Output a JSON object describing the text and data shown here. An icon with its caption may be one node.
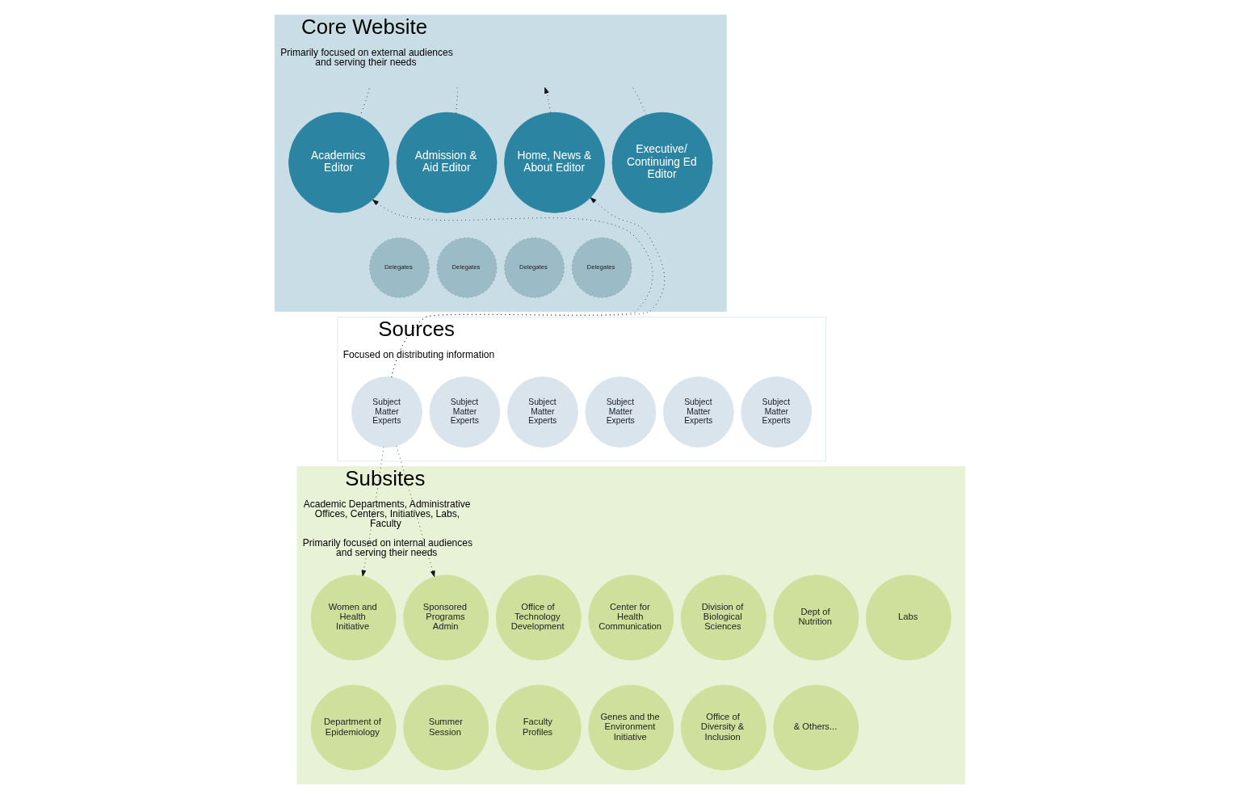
{
  "diagram": {
    "nodes": [
      {
        "text": [
          "Core Website",
          "Primarily focused on external audiences and serving their needs"
        ]
      },
      {
        "text": [
          "Academics Editor"
        ],
        "in": 0
      },
      {
        "text": [
          "Delegates"
        ],
        "in": 0
      },
      {
        "text": [
          "Admission & Aid Editor"
        ],
        "in": 0
      },
      {
        "text": [
          "Delegates"
        ],
        "in": 0
      },
      {
        "text": [
          "Home, News & About Editor"
        ],
        "in": 0
      },
      {
        "text": [
          "Delegates"
        ],
        "in": 0
      },
      {
        "text": [
          "Executive/ Continuing Ed Editor"
        ],
        "in": 0
      },
      {
        "text": [
          "Delegates"
        ],
        "in": 0
      },
      {
        "text": [
          "Sources",
          "Focused on distributing information"
        ]
      },
      {
        "text": [
          "Subject Matter Experts"
        ],
        "in": 9
      },
      {
        "text": [
          "Subject Matter Experts"
        ],
        "in": 9
      },
      {
        "text": [
          "Subject Matter Experts"
        ],
        "in": 9
      },
      {
        "text": [
          "Subject Matter Experts"
        ],
        "in": 9
      },
      {
        "text": [
          "Subject Matter Experts"
        ],
        "in": 9
      },
      {
        "text": [
          "Subject Matter Experts"
        ],
        "in": 9
      },
      {
        "text": [
          "Subsites",
          "Academic Departments, Administrative Offices, Centers, Initiatives, Labs, Faculty",
          "Primarily focused on internal audiences and serving their needs"
        ]
      },
      {
        "text": [
          "Women and Health Initiative"
        ],
        "in": 16
      },
      {
        "text": [
          "Sponsored Programs Admin"
        ],
        "in": 16
      },
      {
        "text": [
          "Office of Technology Development"
        ],
        "in": 16
      },
      {
        "text": [
          "Center for Health Communication"
        ],
        "in": 16
      },
      {
        "text": [
          "Division of Biological Sciences"
        ],
        "in": 16
      },
      {
        "text": [
          "Dept of Nutrition"
        ],
        "in": 16
      },
      {
        "text": [
          "Labs"
        ],
        "in": 16
      },
      {
        "text": [
          "Department of Epidemiology"
        ],
        "in": 16
      },
      {
        "text": [
          "Summer Session"
        ],
        "in": 16
      },
      {
        "text": [
          "Faculty Profiles"
        ],
        "in": 16
      },
      {
        "text": [
          "Genes and the Environment Initiative"
        ],
        "in": 16
      },
      {
        "text": [
          "Office of Diversity & Inclusion"
        ],
        "in": 16
      },
      {
        "text": [
          "& Others..."
        ],
        "in": 16
      }
    ],
    "edges": [
      {
        "from": 1,
        "to": null,
        "arrow": "none"
      },
      {
        "from": 3,
        "to": null,
        "arrow": "none"
      },
      {
        "from": 5,
        "to": null,
        "arrow": "to"
      },
      {
        "from": 7,
        "to": null,
        "arrow": "none"
      },
      {
        "from": 10,
        "to": 1,
        "arrow": "to"
      },
      {
        "from": 10,
        "to": 5,
        "arrow": "to"
      },
      {
        "from": 10,
        "to": 17,
        "arrow": "to"
      },
      {
        "from": 10,
        "to": 18,
        "arrow": "to"
      }
    ]
  }
}
